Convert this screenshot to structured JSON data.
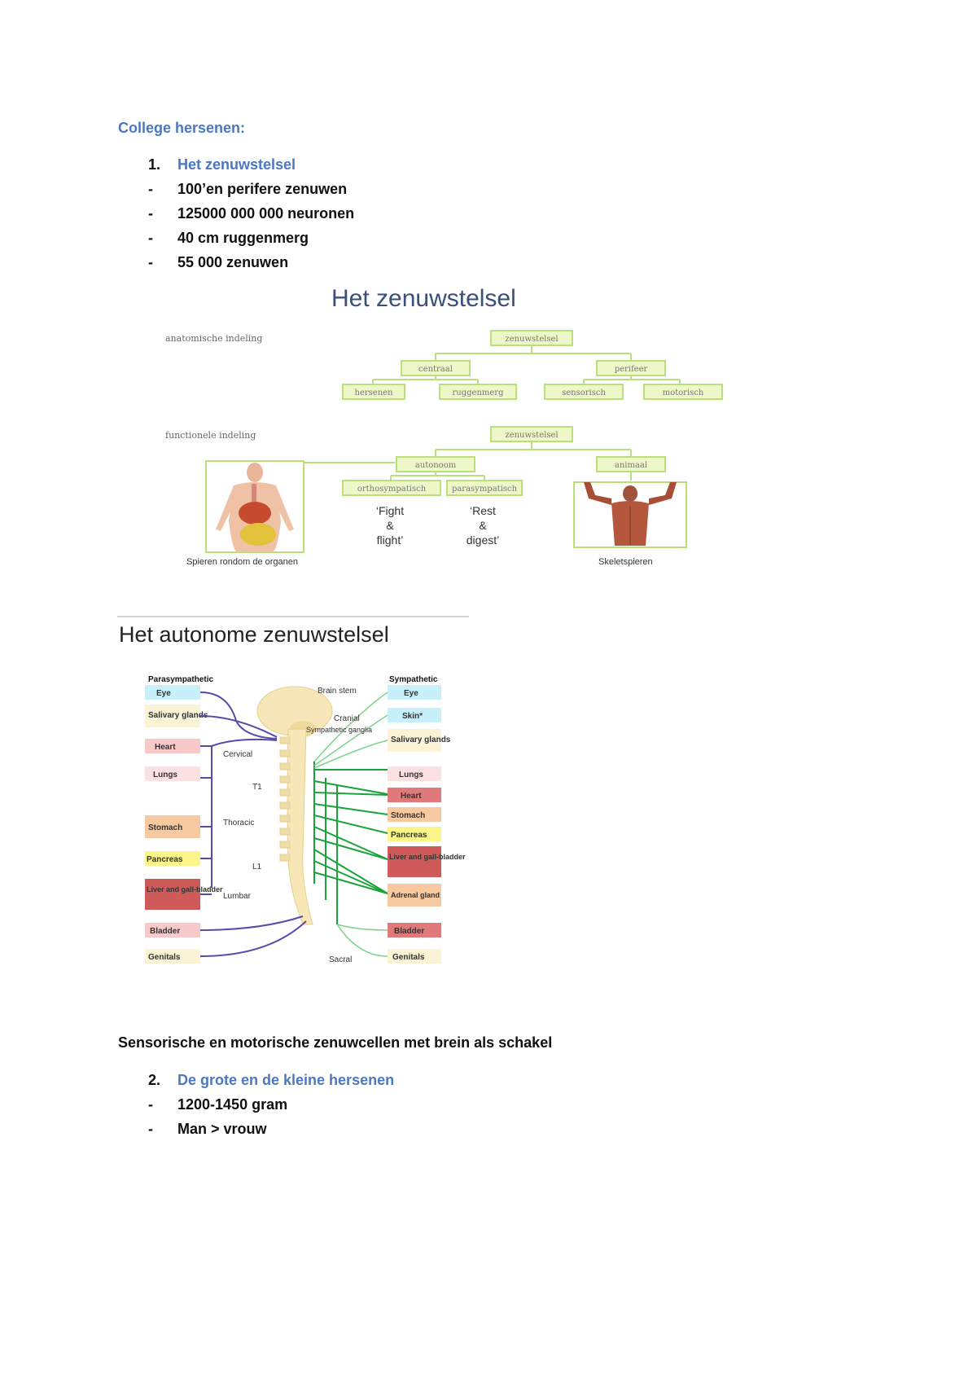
{
  "heading": "College hersenen:",
  "section1": {
    "number": "1.",
    "title": "Het zenuwstelsel",
    "bullets": [
      "100’en perifere zenuwen",
      "125000 000 000 neuronen",
      "40 cm ruggenmerg",
      "55 000 zenuwen"
    ]
  },
  "figure1": {
    "title": "Het zenuwstelsel",
    "anatomical_label": "anatomische indeling",
    "functional_label": "functionele indeling",
    "nodes": {
      "root1": "zenuwstelsel",
      "centraal": "centraal",
      "perifeer": "perifeer",
      "hersenen": "hersenen",
      "ruggenmerg": "ruggenmerg",
      "sensorisch": "sensorisch",
      "motorisch": "motorisch",
      "root2": "zenuwstelsel",
      "autonoom": "autonoom",
      "animaal": "animaal",
      "ortho": "orthosympatisch",
      "para": "parasympatisch"
    },
    "fight": [
      "‘Fight",
      "&",
      "flight’"
    ],
    "rest": [
      "‘Rest",
      "&",
      "digest’"
    ],
    "caption_left": "Spieren rondom de organen",
    "caption_right": "Skeletspieren"
  },
  "figure2": {
    "title": "Het autonome zenuwstelsel",
    "left_header": "Parasympathetic",
    "right_header": "Sympathetic",
    "left_organs": [
      "Eye",
      "Salivary glands",
      "Heart",
      "Lungs",
      "Stomach",
      "Pancreas",
      "Liver and gall-bladder",
      "Bladder",
      "Genitals"
    ],
    "right_organs": [
      "Eye",
      "Skin*",
      "Salivary glands",
      "Lungs",
      "Heart",
      "Stomach",
      "Pancreas",
      "Liver and gall-bladder",
      "Adrenal gland",
      "Bladder",
      "Genitals"
    ],
    "labels": {
      "brain_stem": "Brain stem",
      "cranial": "Cranial",
      "sympathetic_ganglia": "Sympathetic ganglia",
      "cervical": "Cervical",
      "t1": "T1",
      "thoracic": "Thoracic",
      "l1": "L1",
      "lumbar": "Lumbar",
      "sacral": "Sacral"
    },
    "colors": {
      "cyan": "#c8f0fa",
      "cream": "#fbf3d6",
      "pink": "#f7c9c9",
      "red": "#e07a7a",
      "yellow": "#fbf58a",
      "darkred": "#cf5a5a",
      "orange": "#f6c9a0",
      "green": "#1aa33a",
      "purple": "#5a4aa8"
    }
  },
  "paragraph": "Sensorische en motorische zenuwcellen met brein als schakel",
  "section2": {
    "number": "2.",
    "title": "De grote en de kleine hersenen",
    "bullets": [
      "1200-1450 gram",
      "Man > vrouw"
    ]
  }
}
